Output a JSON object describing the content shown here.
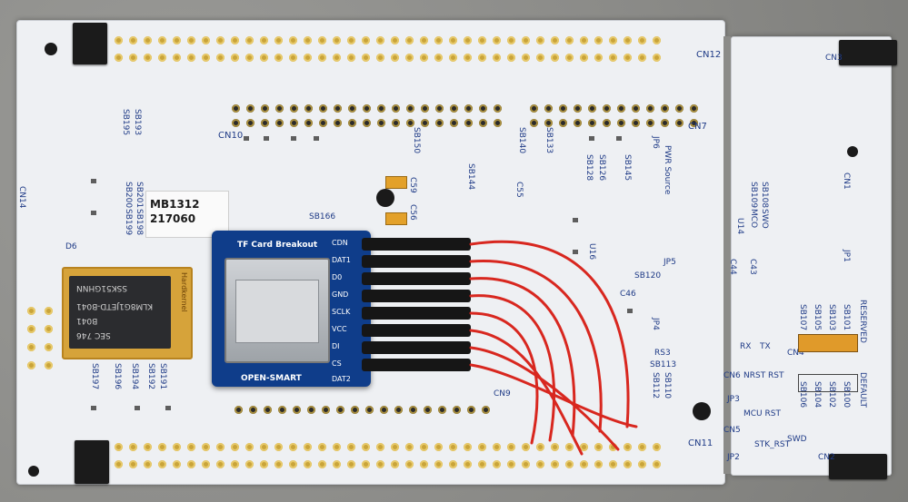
{
  "scene": {
    "description_alt": "Photo of a white development board with a blue TF card breakout module and a gold eMMC module connected by red jumper wires"
  },
  "breakout": {
    "title": "TF Card Breakout",
    "brand": "OPEN-SMART",
    "pins": [
      "CDN",
      "DAT1",
      "D0",
      "GND",
      "SCLK",
      "VCC",
      "DI",
      "CS",
      "DAT2"
    ]
  },
  "emmc": {
    "brand": "Hardkernel",
    "chip_line1": "SEC 746",
    "chip_line2": "B041",
    "chip_line3": "KLM8G1JETD-B041",
    "chip_line4": "SSK51GHNN"
  },
  "sticker": {
    "line1": "MB1312",
    "line2": "217060"
  },
  "silkscreen": {
    "cn_top": "CN12",
    "cn_left_top": "CN10",
    "cn_right_mid": "CN7",
    "cn_bottom": "CN11",
    "cn_edge_left": "CN14",
    "cn_side_top": "CN3",
    "cn_side_right": "CN1",
    "cn_side_bottom": "CN2",
    "cn_four": "CN4",
    "cn_nine": "CN9",
    "sb193": "SB193",
    "sb195": "SB195",
    "sb201": "SB201",
    "sb200": "SB200",
    "sb198": "SB198",
    "sb199": "SB199",
    "sb197": "SB197",
    "sb196": "SB196",
    "sb194": "SB194",
    "sb192": "SB192",
    "sb191": "SB191",
    "sb166": "SB166",
    "sb144": "SB144",
    "sb150": "SB150",
    "sb133": "SB133",
    "sb140": "SB140",
    "sb128": "SB128",
    "sb126": "SB126",
    "sb145": "SB145",
    "sb108": "SB108",
    "sb109": "SB109",
    "sb120": "SB120",
    "sb113": "SB113",
    "sb112": "SB112",
    "sb110": "SB110",
    "sb101": "SB101",
    "sb103": "SB103",
    "sb105": "SB105",
    "sb107": "SB107",
    "sb100": "SB100",
    "sb102": "SB102",
    "sb104": "SB104",
    "sb106": "SB106",
    "jp6": "JP6",
    "pwr_source": "PWR Source",
    "jp5": "JP5",
    "jp4": "JP4",
    "jp3": "JP3",
    "jp2": "JP2",
    "jp1": "JP1",
    "u16": "U16",
    "u14": "U14",
    "mco": "MCO",
    "swo": "SWO",
    "c43": "C43",
    "c44": "C44",
    "c46": "C46",
    "c55": "C55",
    "c56": "C56",
    "c59": "C59",
    "reserved": "RESERVED",
    "default": "DEFAULT",
    "rx": "RX",
    "tx": "TX",
    "nrst": "NRST RST",
    "mcu_rst": "MCU RST",
    "swd": "SWD",
    "stk_rst": "STK_RST",
    "d6": "D6",
    "cn6": "CN6",
    "cn5": "CN5",
    "rs3": "RS3"
  }
}
